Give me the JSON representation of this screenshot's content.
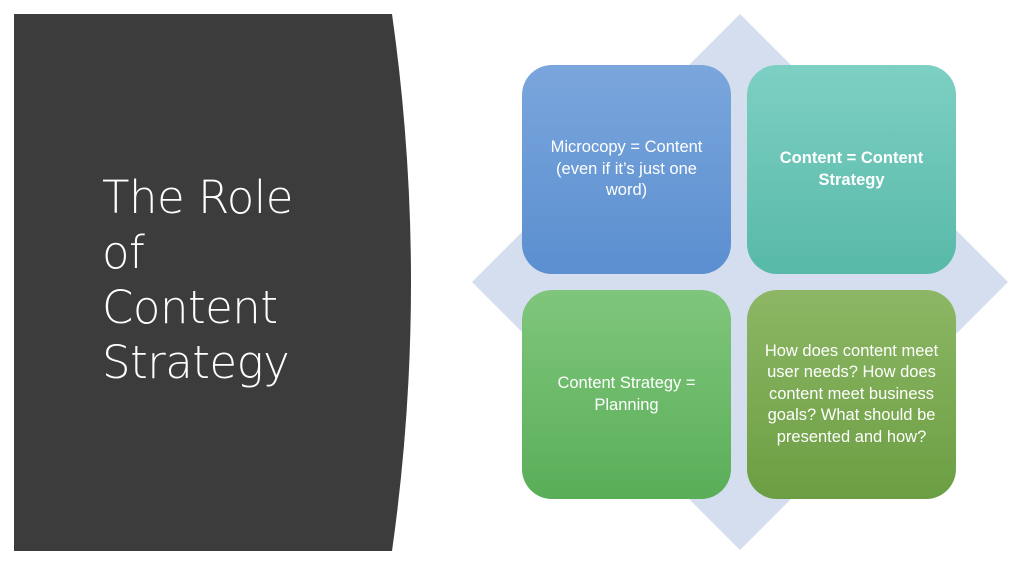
{
  "slide": {
    "title_lines": [
      "The Role",
      "of",
      "Content",
      "Strategy"
    ]
  },
  "boxes": {
    "top_left": "Microcopy = Content (even if it’s just one word)",
    "top_right": "Content = Content Strategy",
    "bottom_left": "Content Strategy = Planning",
    "bottom_right": "How does content meet user needs? How does content meet business goals? What should be presented and how?"
  },
  "colors": {
    "left_panel": "#3c3c3c",
    "diamond": "#d5deef",
    "box_top_left": "#6a9ad6",
    "box_top_right": "#6bc4b6",
    "box_bottom_left": "#6cba69",
    "box_bottom_right": "#7caa53"
  }
}
